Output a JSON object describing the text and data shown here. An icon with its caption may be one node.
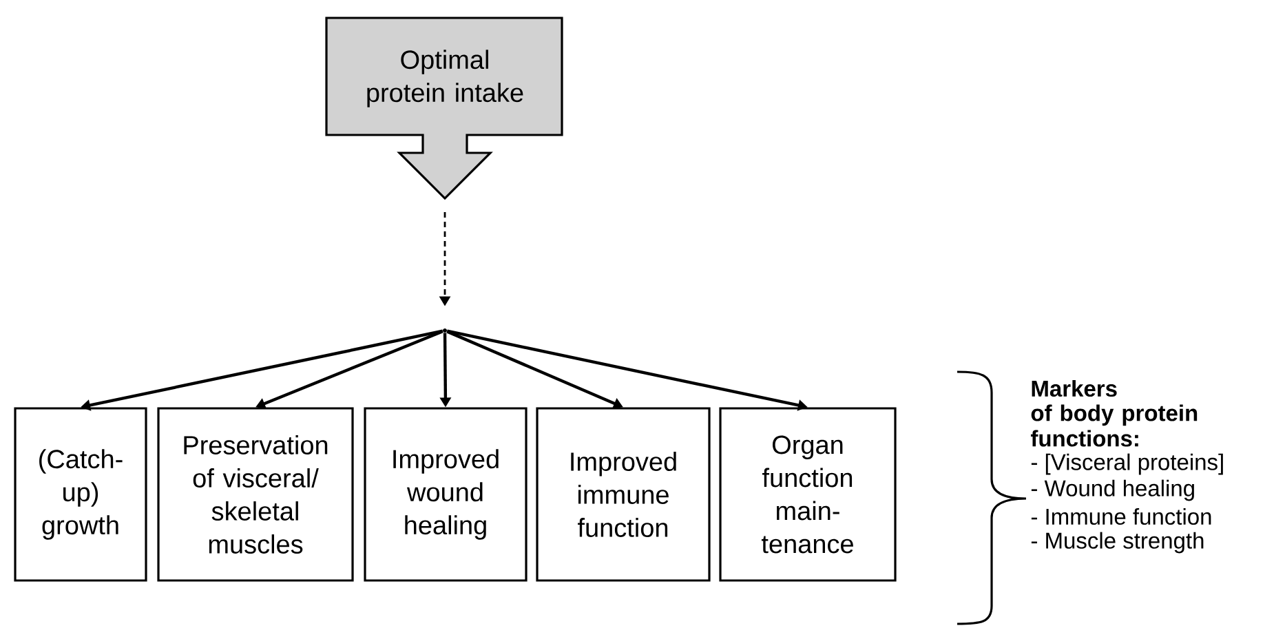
{
  "diagram": {
    "nodes": [
      {
        "text": [
          "Optimal protein intake"
        ]
      },
      {
        "text": [],
        "shape": "point"
      },
      {
        "text": [
          "(Catch-up) growth"
        ]
      },
      {
        "text": [
          "Preservation of visceral/ skeletal muscles"
        ]
      },
      {
        "text": [
          "Improved wound healing"
        ]
      },
      {
        "text": [
          "Improved immune function"
        ]
      },
      {
        "text": [
          "Organ function main-tenance"
        ]
      }
    ],
    "edges": [
      {
        "from": 0,
        "to": 1,
        "arrow": "to",
        "style": "dashed"
      },
      {
        "from": 1,
        "to": 2,
        "arrow": "to"
      },
      {
        "from": 1,
        "to": 3,
        "arrow": "to"
      },
      {
        "from": 1,
        "to": 4,
        "arrow": "to"
      },
      {
        "from": 1,
        "to": 5,
        "arrow": "to"
      },
      {
        "from": 1,
        "to": 6,
        "arrow": "to"
      }
    ],
    "labels": [
      "Markers",
      "of body protein functions:",
      "- [Visceral proteins]",
      "- Wound healing",
      "- Immune function",
      "- Muscle strength"
    ]
  }
}
